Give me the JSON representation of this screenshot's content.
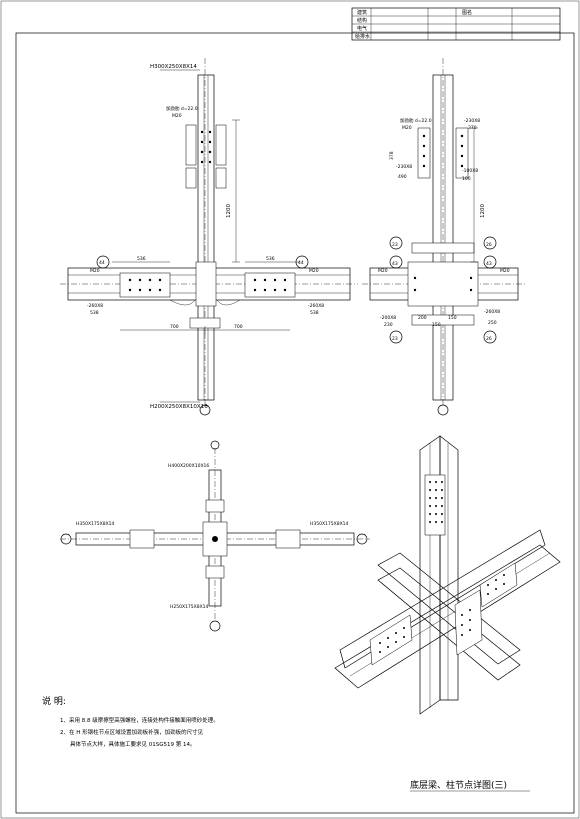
{
  "title_block": {
    "rows": [
      {
        "discipline": "建筑",
        "col2": "",
        "col3": "图名",
        "col4": ""
      },
      {
        "discipline": "结构",
        "col2": "",
        "col3": "",
        "col4": ""
      },
      {
        "discipline": "电气",
        "col2": "",
        "col3": "",
        "col4": ""
      },
      {
        "discipline": "给排水",
        "col2": "",
        "col3": "",
        "col4": ""
      }
    ]
  },
  "view1": {
    "column_top": "H300X250X8X14",
    "column_bottom": "H200X250X8X10X16",
    "weld_top": "加劲肋 d=22.0",
    "bolt_top": "M20",
    "dim_vertical": "1200",
    "dim_left_beam": "536",
    "dim_right_beam": "536",
    "dim_bottom_left": "700",
    "dim_bottom_right": "700",
    "dim_plate_left": "-260X8",
    "dim_plate_left2": "538",
    "dim_plate_right": "-260X8",
    "dim_plate_right2": "538",
    "bolt_left": "M20",
    "bolt_right": "M20",
    "tag_left": "44",
    "tag_right": "44"
  },
  "view2": {
    "weld_top": "加劲肋 d=22.0",
    "bolt_top": "M20",
    "dim_top1": "-230X8",
    "dim_top2": "370",
    "dim_left1": "378",
    "dim_left2": "-230X8",
    "dim_left3": "490",
    "dim_right1": "-100X8",
    "dim_right2": "100",
    "dim_vertical": "1200",
    "dim_bottom1": "-200X8",
    "dim_bottom2": "230",
    "dim_bottom3": "200",
    "dim_bottom4": "150",
    "dim_bottom5": "150",
    "dim_bottom_right": "-260X8",
    "dim_bottom_right2": "250",
    "bolt_left": "M20",
    "bolt_right": "M20",
    "tags": [
      "23",
      "43",
      "26",
      "43",
      "23",
      "26"
    ]
  },
  "view3": {
    "column_top": "H400X200X10X16",
    "beam_left": "H350X175X8X14",
    "beam_right": "H350X175X8X14",
    "column_bottom": "H250X175X8X14"
  },
  "notes": {
    "heading": "说  明:",
    "line1": "1、采用 8.8 级摩擦型高强螺栓，连接处构件接触面用喷砂处理。",
    "line2": "2、在 H 形钢柱节点区域设置加劲板补强，加劲板的尺寸见",
    "line3": "具体节点大样，具体施工要求见 01SG519 第 14。"
  },
  "drawing_title": "底层梁、柱节点详图(三)"
}
